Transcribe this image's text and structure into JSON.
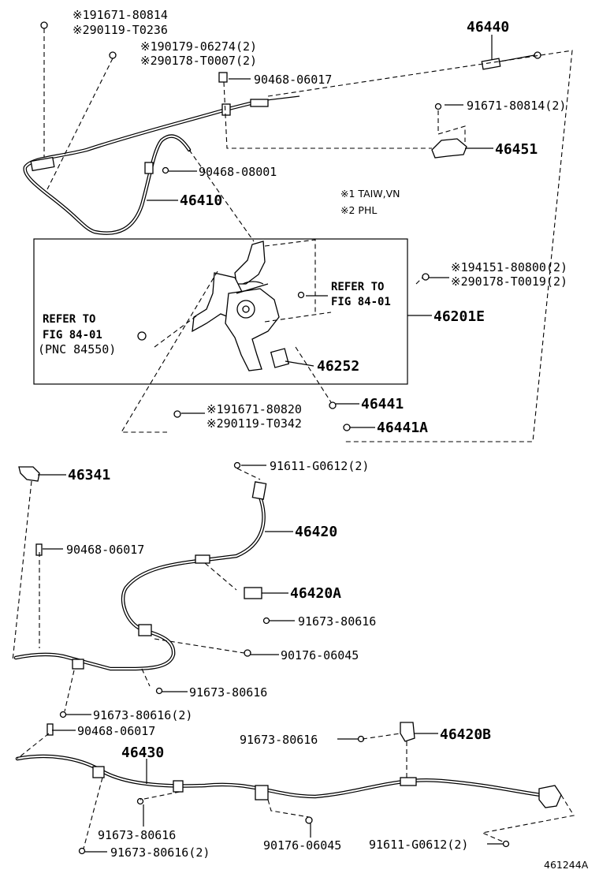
{
  "labels": {
    "p46440": "46440",
    "p46451": "46451",
    "p46410": "46410",
    "p46201E": "46201E",
    "p46252": "46252",
    "p46441": "46441",
    "p46441A": "46441A",
    "p46341": "46341",
    "p46420": "46420",
    "p46420A": "46420A",
    "p46420B": "46420B",
    "p46430": "46430",
    "b1a": "※191671-80814",
    "b1b": "※290119-T0236",
    "b2a": "※190179-06274(2)",
    "b2b": "※290178-T0007(2)",
    "b3": "90468-06017",
    "b4": "91671-80814(2)",
    "b5": "90468-08001",
    "b6a": "※194151-80800(2)",
    "b6b": "※290178-T0019(2)",
    "b7a": "※191671-80820",
    "b7b": "※290119-T0342",
    "b8": "91611-G0612(2)",
    "b9": "90468-06017",
    "b10": "91673-80616",
    "b11": "90176-06045",
    "b12": "91673-80616",
    "b13": "91673-80616(2)",
    "b14": "90468-06017",
    "b15": "91673-80616",
    "b16": "91673-80616",
    "b17": "91673-80616(2)",
    "b18": "90176-06045",
    "b19": "91611-G0612(2)",
    "note1": "※1 TAIW,VN",
    "note2": "※2 PHL",
    "ref1a": "REFER TO",
    "ref1b": "FIG 84-01",
    "ref2a": "REFER TO",
    "ref2b": "FIG 84-01",
    "ref2c": "(PNC 84550)",
    "code": "461244A"
  }
}
